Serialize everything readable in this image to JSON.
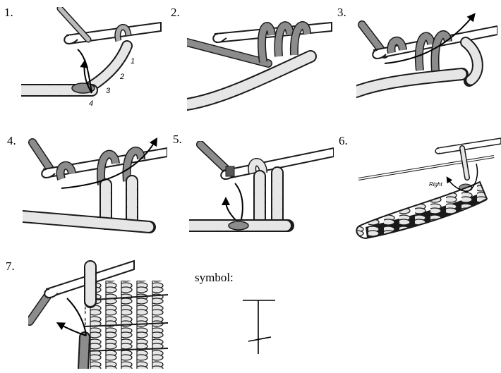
{
  "steps": [
    {
      "number": "1.",
      "loop_labels": [
        "1",
        "2",
        "3",
        "4"
      ]
    },
    {
      "number": "2."
    },
    {
      "number": "3."
    },
    {
      "number": "4."
    },
    {
      "number": "5."
    },
    {
      "number": "6.",
      "direction_label": "Right"
    },
    {
      "number": "7."
    }
  ],
  "symbol": {
    "label": "symbol:",
    "name": "treble-crochet-symbol"
  },
  "colors": {
    "yarn_light": "#e6e6e6",
    "yarn_dark": "#8c8c8c",
    "outline": "#1a1a1a",
    "arrow": "#000000"
  }
}
